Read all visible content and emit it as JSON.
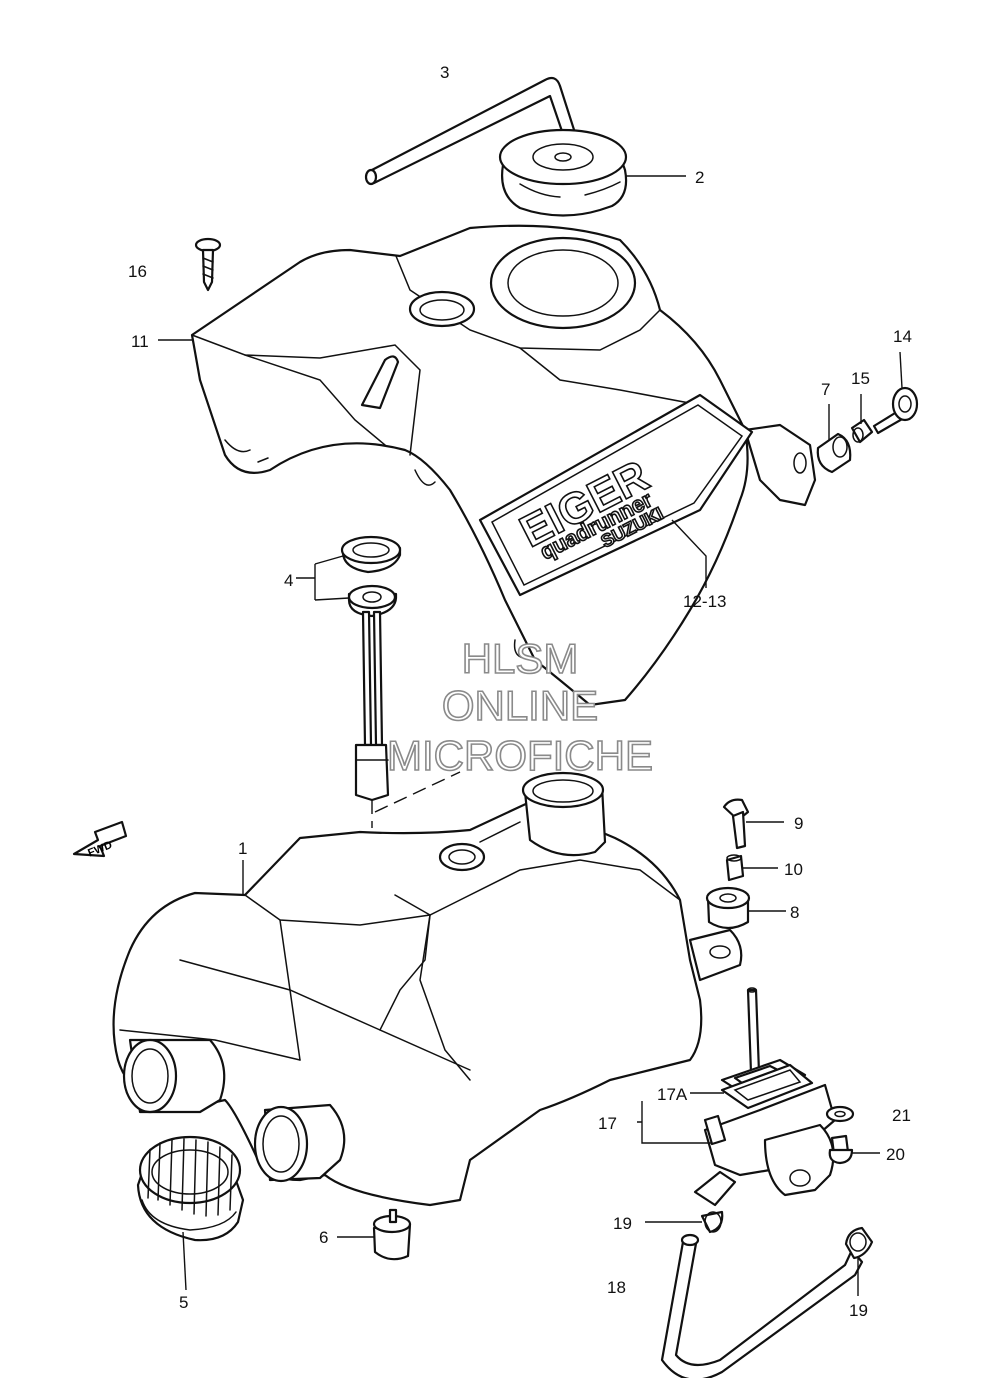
{
  "watermark": [
    "HLSM",
    "ONLINE",
    "MICROFICHE"
  ],
  "tank_logo": {
    "main": "EIGER",
    "sub": "quadrunner",
    "brand": "SUZUKI"
  },
  "fwd_arrow": "FWD",
  "callouts": {
    "c1": "1",
    "c2": "2",
    "c3": "3",
    "c4": "4",
    "c5": "5",
    "c6": "6",
    "c7": "7",
    "c8": "8",
    "c9": "9",
    "c10": "10",
    "c11": "11",
    "c12_13": "12-13",
    "c14": "14",
    "c15": "15",
    "c16": "16",
    "c17": "17",
    "c17a": "17A",
    "c18": "18",
    "c19a": "19",
    "c19b": "19",
    "c20": "20",
    "c21": "21"
  }
}
